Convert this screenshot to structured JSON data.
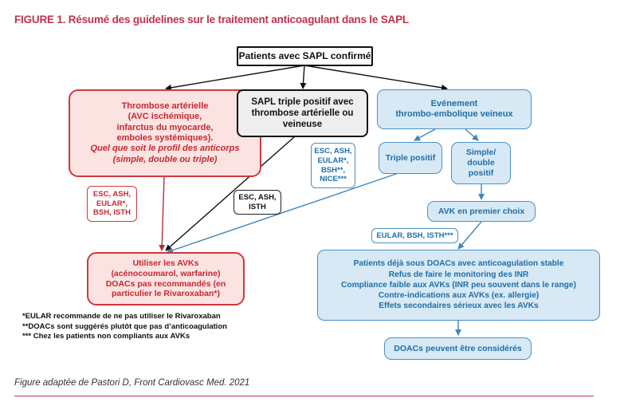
{
  "title": "FIGURE 1. Résumé des guidelines sur le traitement anticoagulant dans le SAPL",
  "nodes": {
    "root": "Patients avec SAPL confirmé",
    "arterial": {
      "lines": [
        "Thrombose artérielle",
        "(AVC ischémique,",
        "infarctus du myocarde,",
        "emboles systémiques)."
      ],
      "italic_lines": [
        "Quel que soit le profil des anticorps",
        "(simple, double ou triple)"
      ]
    },
    "triple_arterial": [
      "SAPL triple positif avec",
      "thrombose artérielle ou",
      "veineuse"
    ],
    "venous": [
      "Evénement",
      "thrombo-embolique veineux"
    ],
    "triple_positive": "Triple positif",
    "single_double": [
      "Simple/",
      "double",
      "positif"
    ],
    "avk_first": "AVK en premier choix",
    "use_avk": [
      "Utiliser les AVKs",
      "(acénocoumarol, warfarine)",
      "DOACs pas recommandés (en",
      "particulier le Rivaroxaban*)"
    ],
    "patients_doac": [
      "Patients déjà sous DOACs avec anticoagulation stable",
      "Refus de faire le monitoring des INR",
      "Compliance faible aux AVKs  (INR peu souvent dans le range)",
      "Contre-indications aux AVKs (ex. allergie)",
      "Effets secondaires sérieux avec les AVKs"
    ],
    "doac_considered": "DOACs peuvent être considérés"
  },
  "guideline_tags": {
    "red": [
      "ESC, ASH,",
      "EULAR*,",
      "BSH, ISTH"
    ],
    "black": [
      "ESC, ASH,",
      "ISTH"
    ],
    "blue_top": [
      "ESC, ASH,",
      "EULAR*,",
      "BSH**,",
      "NICE***"
    ],
    "blue_bottom": "EULAR, BSH, ISTH***"
  },
  "footnotes": [
    "*EULAR recommande de ne pas utiliser le Rivaroxaban",
    "**DOACs sont suggérés plutôt que  pas d’anticoagulation",
    "*** Chez les patients non compliants aux AVKs"
  ],
  "caption": "Figure adaptée de Pastori D, Front Cardiovasc Med. 2021",
  "colors": {
    "title": "#c0334a",
    "red": "#d0393b",
    "blue": "#4a90c4",
    "blue_fill": "#d7e9f5",
    "red_fill": "#fbe3e2"
  }
}
